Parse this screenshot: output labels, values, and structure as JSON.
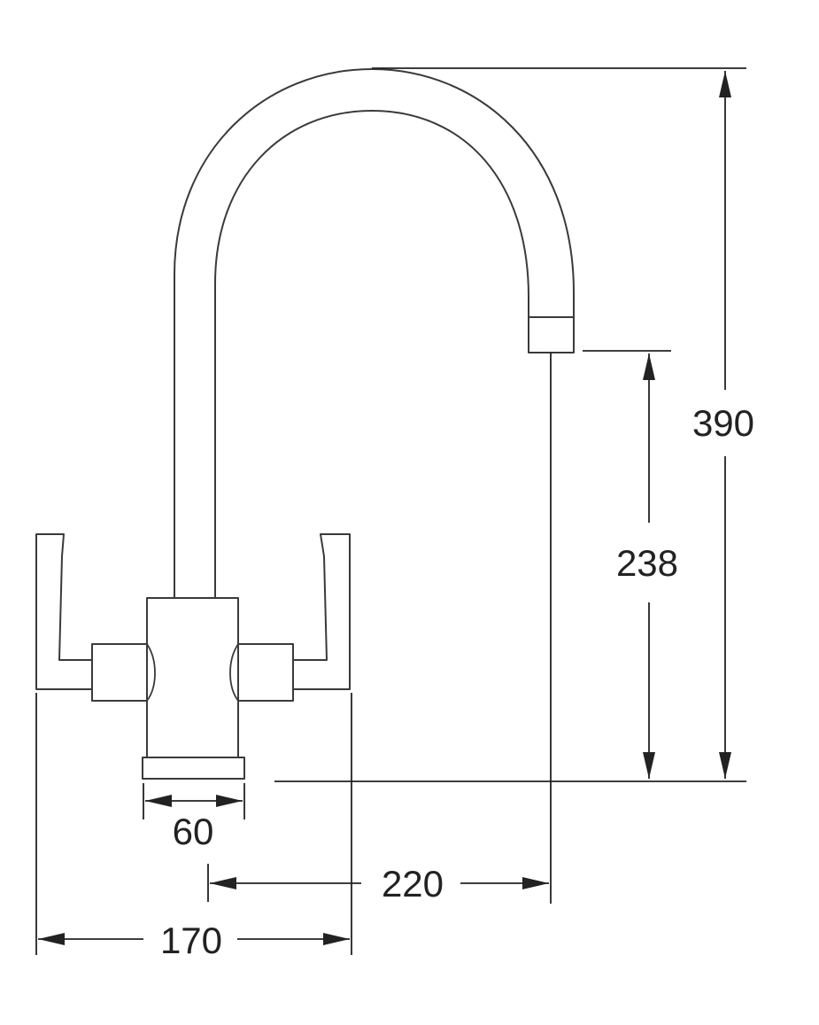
{
  "dimensions": {
    "total_height": "390",
    "spout_height": "238",
    "reach": "220",
    "base_width": "60",
    "overall_width": "170"
  },
  "colors": {
    "line": "#3a3a3a",
    "background": "#ffffff"
  }
}
